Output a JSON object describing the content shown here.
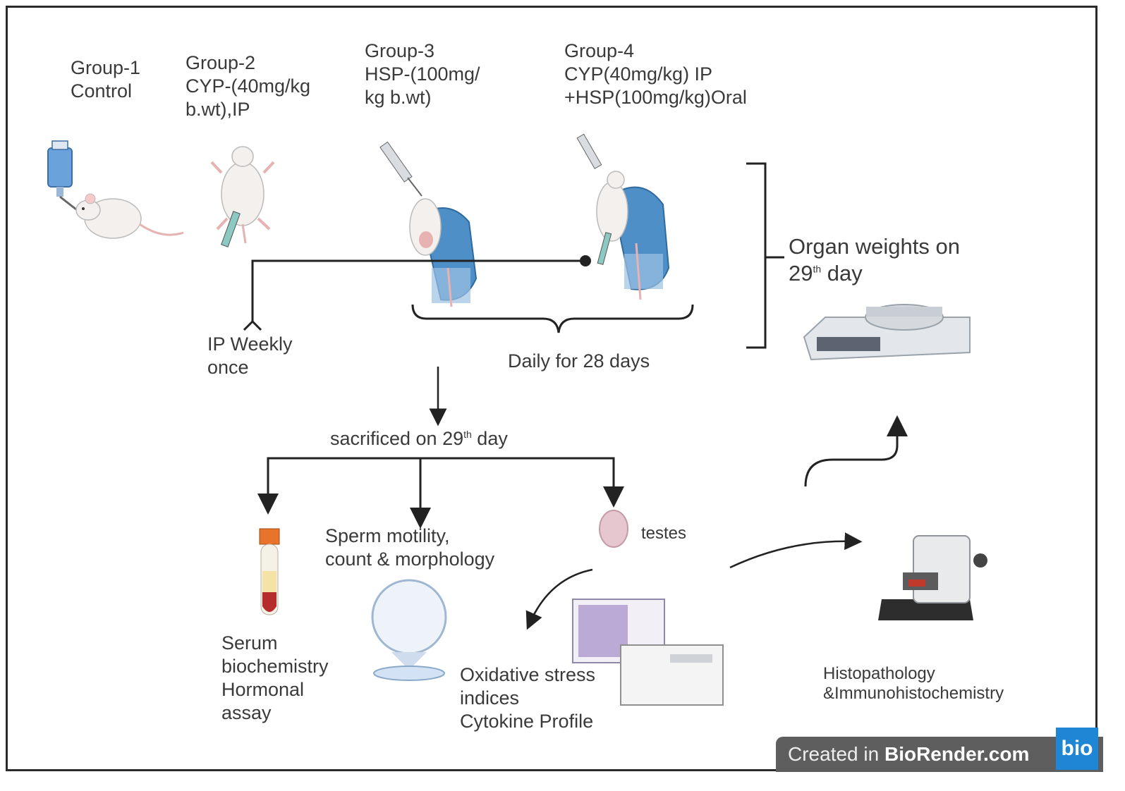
{
  "groups": [
    {
      "title": "Group-1",
      "line2": "Control",
      "line3": ""
    },
    {
      "title": "Group-2",
      "line2": "CYP-(40mg/kg",
      "line3": "b.wt),IP"
    },
    {
      "title": "Group-3",
      "line2": "HSP-(100mg/",
      "line3": "kg b.wt)"
    },
    {
      "title": "Group-4",
      "line2": "CYP(40mg/kg) IP",
      "line3": "+HSP(100mg/kg)Oral"
    }
  ],
  "ip_weekly": {
    "line1": "IP Weekly",
    "line2": "once"
  },
  "daily_label": "Daily for 28 days",
  "organ_weights": {
    "line1": "Organ weights on",
    "day_num": "29",
    "day_sup": "th",
    "day_word": " day"
  },
  "sacrificed": {
    "prefix": "sacrificed on 29",
    "sup": "th",
    "suffix": " day"
  },
  "sperm": {
    "line1": "Sperm motility,",
    "line2": "count & morphology"
  },
  "testes_label": "testes",
  "serum": {
    "line1": "Serum",
    "line2": "biochemistry",
    "line3": "Hormonal",
    "line4": "assay"
  },
  "oxidative": {
    "line1": "Oxidative stress",
    "line2": "indices",
    "line3": "Cytokine Profile"
  },
  "histo": {
    "line1": "Histopathology",
    "line2": "&Immunohistochemistry"
  },
  "footer": {
    "prefix": "Created in ",
    "brand": "BioRender.com",
    "logo": "bio"
  },
  "icons": [
    "water-bottle-icon",
    "mouse-icon",
    "syringe-icon",
    "gloved-hand-icon",
    "balance-icon",
    "blood-tube-icon",
    "petri-dish-icon",
    "testis-icon",
    "microplate-icon",
    "plate-reader-icon",
    "microtome-icon"
  ]
}
